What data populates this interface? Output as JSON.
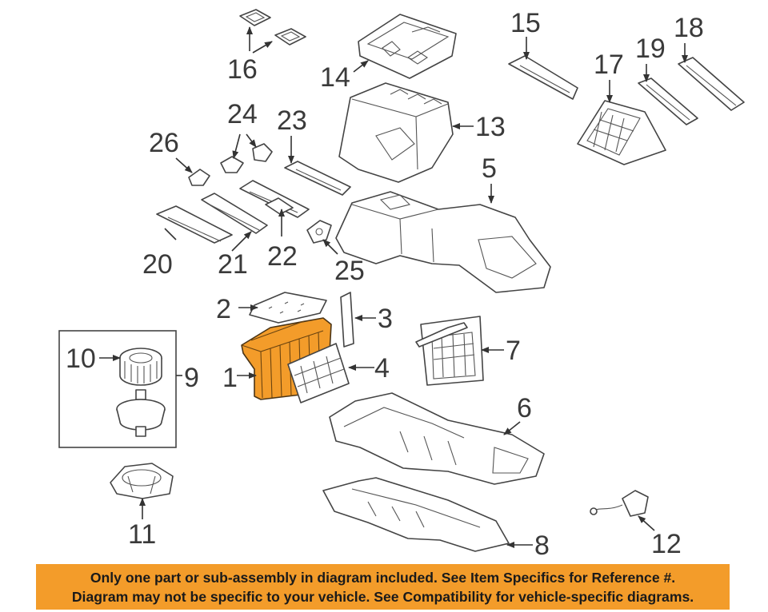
{
  "callouts": {
    "c1": "1",
    "c2": "2",
    "c3": "3",
    "c4": "4",
    "c5": "5",
    "c6": "6",
    "c7": "7",
    "c8": "8",
    "c9": "9",
    "c10": "10",
    "c11": "11",
    "c12": "12",
    "c13": "13",
    "c14": "14",
    "c15": "15",
    "c16": "16",
    "c17": "17",
    "c18": "18",
    "c19": "19",
    "c20": "20",
    "c21": "21",
    "c22": "22",
    "c23": "23",
    "c24": "24",
    "c25": "25",
    "c26": "26"
  },
  "highlight_color": "#f39c2a",
  "banner": {
    "line1": "Only one part or sub-assembly in diagram included. See Item Specifics for Reference #.",
    "line2": "Diagram may not be specific to your vehicle. See Compatibility for vehicle-specific diagrams."
  }
}
